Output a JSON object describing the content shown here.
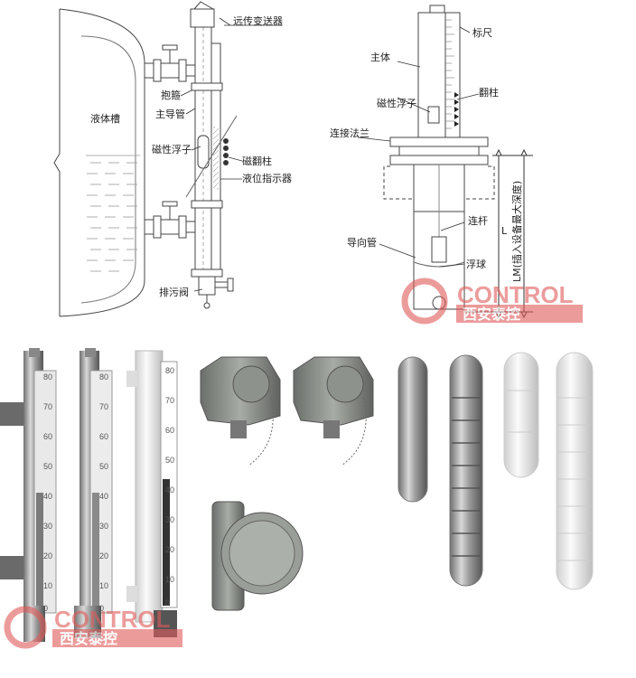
{
  "diagram_left": {
    "labels": {
      "remote_transmitter": "远传变送器",
      "clamp": "抱箍",
      "main_guide_tube": "主导管",
      "liquid_tank": "液体槽",
      "magnetic_float": "磁性浮子",
      "magnetic_flap": "磁翻柱",
      "level_indicator": "液位指示器",
      "drain_valve": "排污阀"
    }
  },
  "diagram_right": {
    "labels": {
      "scale": "标尺",
      "main_body": "主体",
      "magnetic_float": "磁性浮子",
      "flap": "翻柱",
      "connecting_flange": "连接法兰",
      "L": "L",
      "rod": "连杆",
      "guide_tube": "导向管",
      "float_ball": "浮球",
      "LM": "LM(插入设备最大深度)"
    }
  },
  "gauge_scale": [
    "80",
    "70",
    "60",
    "50",
    "40",
    "30",
    "20",
    "10",
    "0"
  ],
  "brand": {
    "name": "CONTROL",
    "cn": "西安泰控",
    "color": "#e05a5a"
  }
}
